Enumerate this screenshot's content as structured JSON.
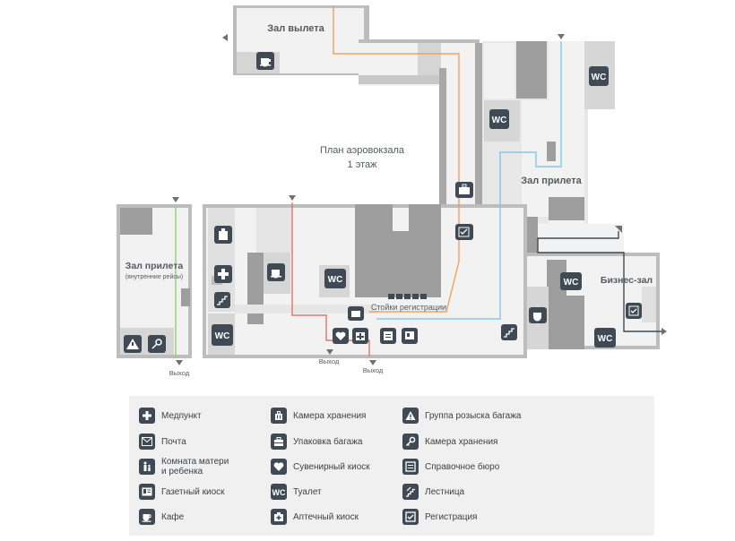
{
  "map": {
    "title_line1": "План аэровокзала",
    "title_line2": "1 этаж",
    "labels": {
      "departure_hall": "Зал вылета",
      "arrival_hall": "Зал прилета",
      "arrival_domestic": "Зал прилета",
      "arrival_domestic_sub": "(внутренние рейсы)",
      "business_lounge": "Бизнес-зал",
      "checkin": "Стойки регистрации",
      "exit1": "Выход",
      "exit2": "Выход",
      "exit3": "Выход"
    },
    "wc_text": "WC",
    "route_colors": {
      "orange": "#f0a15f",
      "blue": "#7ccbe4",
      "green": "#8fd07a",
      "red": "#e2766a",
      "navy": "#3f4a55"
    }
  },
  "legend": {
    "col1": [
      {
        "icon": "medical-icon",
        "label": "Медпункт"
      },
      {
        "icon": "mail-icon",
        "label": "Почта"
      },
      {
        "icon": "mother-child-icon",
        "label": "Комната матери\nи ребенка"
      },
      {
        "icon": "newspaper-icon",
        "label": "Газетный киоск"
      },
      {
        "icon": "cafe-icon",
        "label": "Кафе"
      }
    ],
    "col2": [
      {
        "icon": "luggage-storage-icon",
        "label": "Камера хранения"
      },
      {
        "icon": "baggage-wrap-icon",
        "label": "Упаковка багажа"
      },
      {
        "icon": "souvenir-icon",
        "label": "Сувенирный киоск"
      },
      {
        "icon": "wc-icon",
        "label": "Туалет"
      },
      {
        "icon": "pharmacy-icon",
        "label": "Аптечный киоск"
      }
    ],
    "col3": [
      {
        "icon": "lost-baggage-icon",
        "label": "Группа розыска багажа"
      },
      {
        "icon": "key-storage-icon",
        "label": "Камера хранения"
      },
      {
        "icon": "info-desk-icon",
        "label": "Справочное бюро"
      },
      {
        "icon": "stairs-icon",
        "label": "Лестница"
      },
      {
        "icon": "checkin-icon",
        "label": "Регистрация"
      }
    ]
  }
}
